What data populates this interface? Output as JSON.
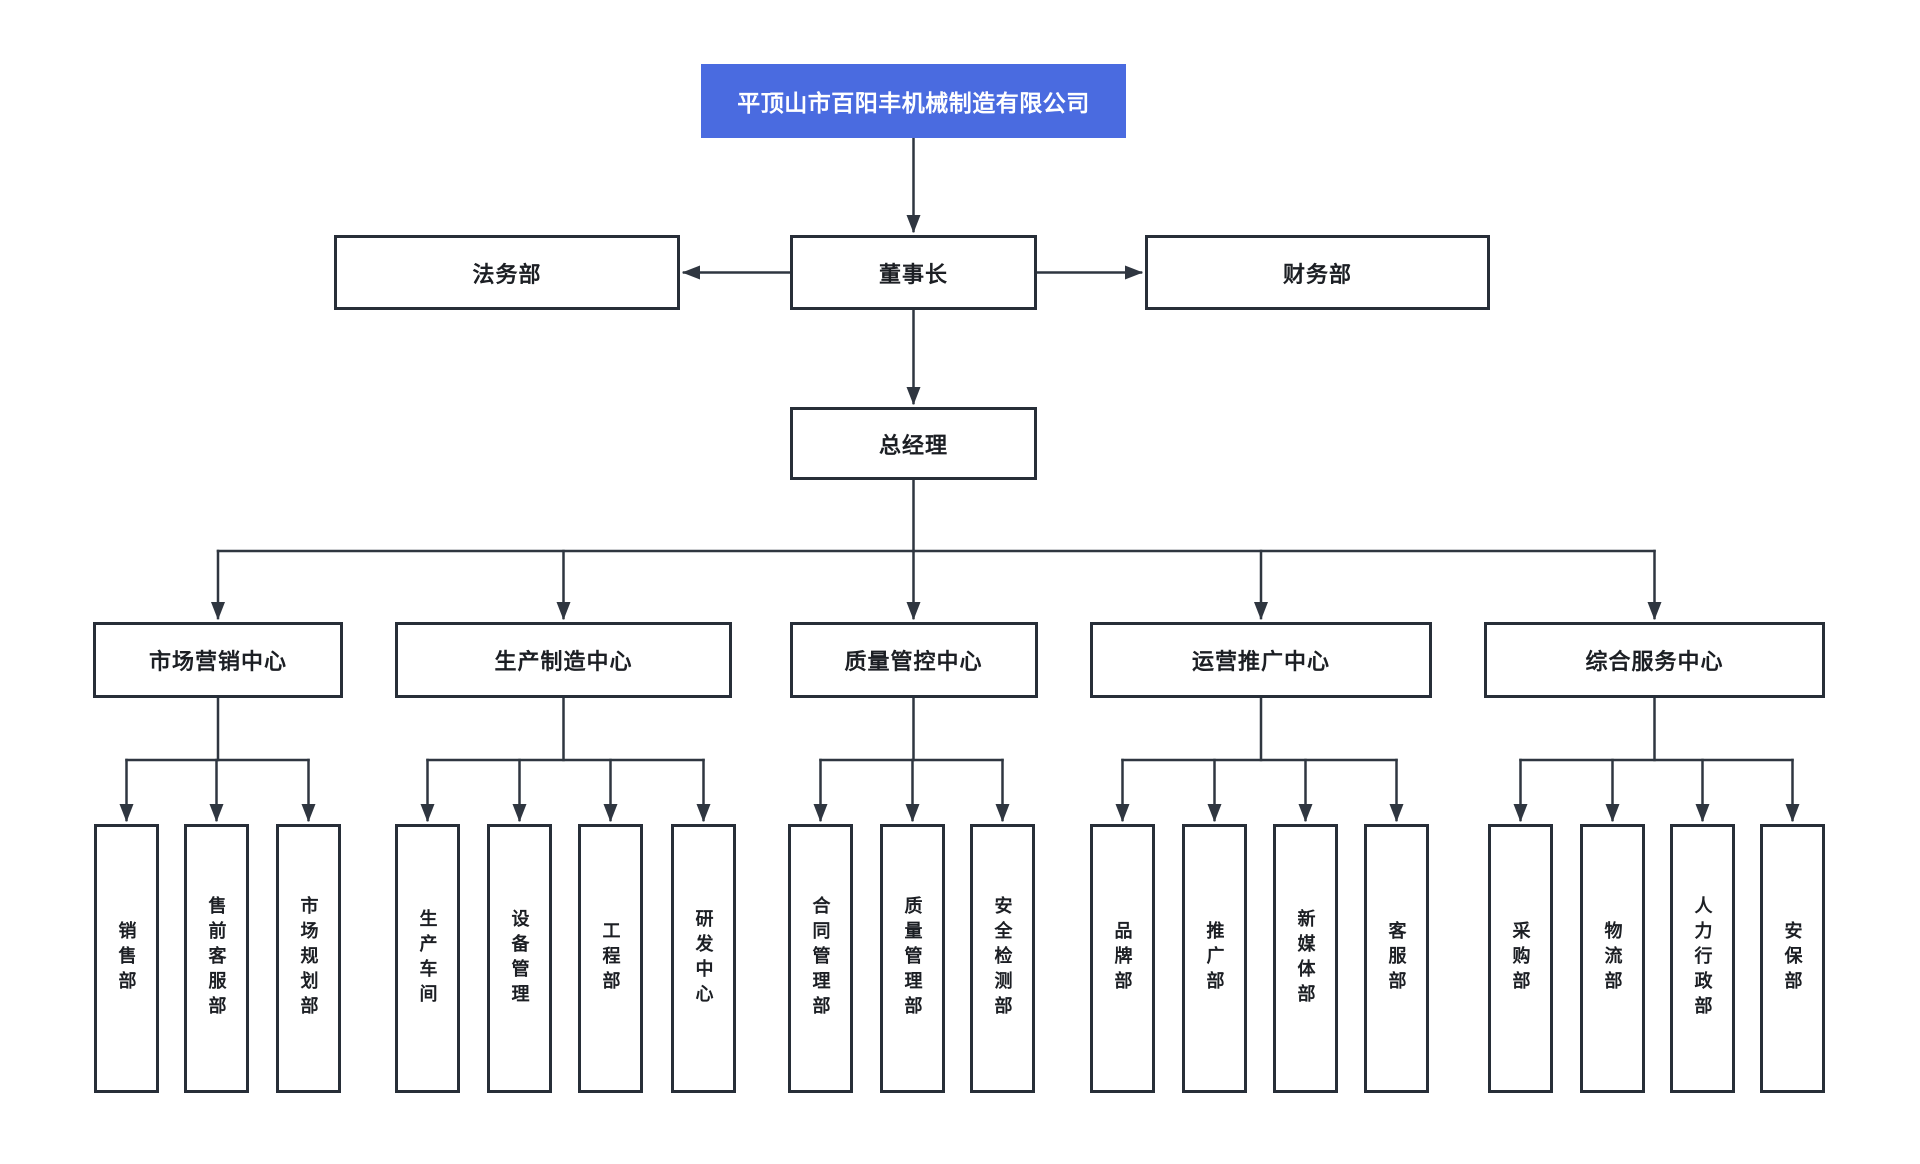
{
  "org": {
    "root": {
      "label": "平顶山市百阳丰机械制造有限公司"
    },
    "chairman": {
      "label": "董事长"
    },
    "staff_left": {
      "label": "法务部"
    },
    "staff_right": {
      "label": "财务部"
    },
    "general_manager": {
      "label": "总经理"
    },
    "centers": [
      {
        "label": "市场营销中心",
        "departments": [
          "销售部",
          "售前客服部",
          "市场规划部"
        ]
      },
      {
        "label": "生产制造中心",
        "departments": [
          "生产车间",
          "设备管理",
          "工程部",
          "研发中心"
        ]
      },
      {
        "label": "质量管控中心",
        "departments": [
          "合同管理部",
          "质量管理部",
          "安全检测部"
        ]
      },
      {
        "label": "运营推广中心",
        "departments": [
          "品牌部",
          "推广部",
          "新媒体部",
          "客服部"
        ]
      },
      {
        "label": "综合服务中心",
        "departments": [
          "采购部",
          "物流部",
          "人力行政部",
          "安保部"
        ]
      }
    ]
  },
  "colors": {
    "root_bg": "#4a6be0",
    "root_text": "#ffffff",
    "line": "#2f3640",
    "box_border": "#272e38",
    "text": "#1c1f24",
    "background": "#ffffff"
  }
}
